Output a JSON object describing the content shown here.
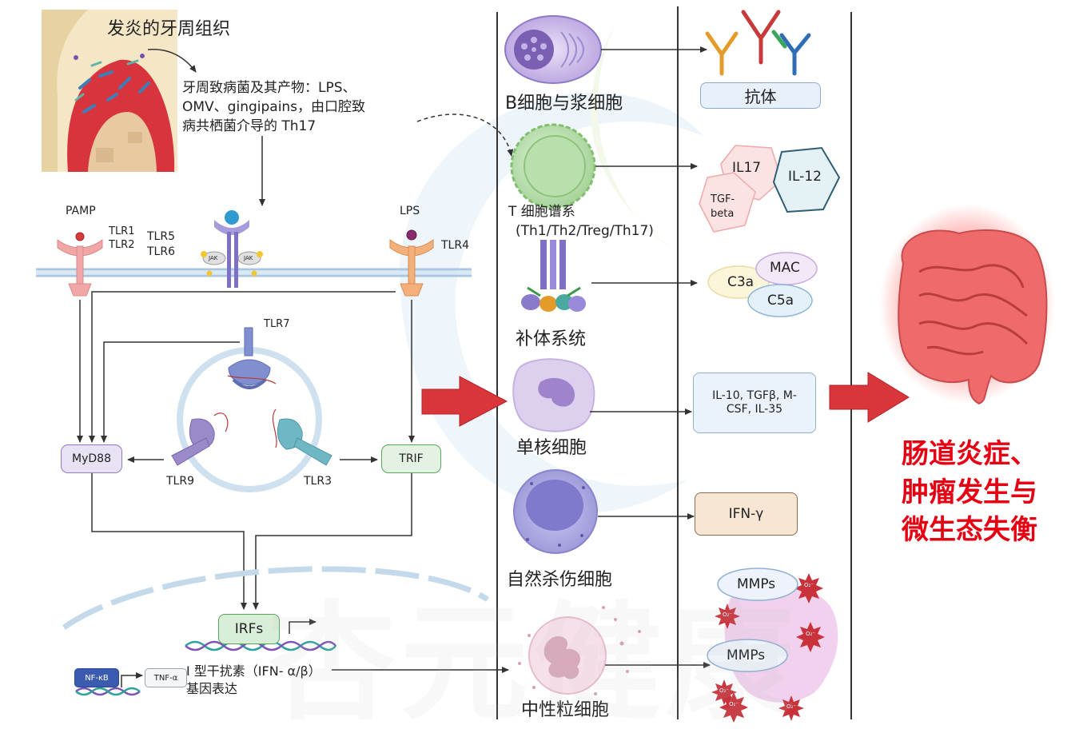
{
  "tissue": {
    "title": "发炎的牙周组织",
    "pathogens_line1": "牙周致病菌及其产物：LPS、",
    "pathogens_line2": "OMV、gingipains，由口腔致",
    "pathogens_line3": "病共栖菌介导的 Th17"
  },
  "receptors": {
    "pamp": "PAMP",
    "tlr1": "TLR1",
    "tlr2": "TLR2",
    "tlr5": "TLR5",
    "tlr6": "TLR6",
    "jak": "JAK",
    "lps": "LPS",
    "tlr4": "TLR4",
    "tlr7": "TLR7",
    "tlr9": "TLR9",
    "tlr3": "TLR3"
  },
  "signaling": {
    "myd88": "MyD88",
    "trif": "TRIF",
    "irfs": "IRFs",
    "nfkb": "NF-κB",
    "tnfa": "TNF-α",
    "ifn_line1": "I 型干扰素（IFN- α/β）",
    "ifn_line2": "基因表达"
  },
  "cells": {
    "bcell": "B细胞与浆细胞",
    "tcell_line1": "T 细胞谱系",
    "tcell_line2": "(Th1/Th2/Treg/Th17)",
    "complement": "补体系统",
    "monocyte": "单核细胞",
    "nk": "自然杀伤细胞",
    "neutrophil": "中性粒细胞"
  },
  "products": {
    "antibody": "抗体",
    "il17": "IL17",
    "il12": "IL-12",
    "tgf_line1": "TGF-",
    "tgf_line2": "beta",
    "mac": "MAC",
    "c3a": "C3a",
    "c5a": "C5a",
    "mono_line1": "IL-10, TGFβ, M-",
    "mono_line2": "CSF, IL-35",
    "ifng": "IFN-γ",
    "mmps1": "MMPs",
    "mmps2": "MMPs",
    "o2a": "O₂⁻",
    "o2b": "O₂⁻",
    "o2c": "O₂⁻",
    "o2d": "O₂⁻",
    "o2e": "O₂⁻",
    "o2f": "O₂⁻"
  },
  "outcome": {
    "line1": "肠道炎症、",
    "line2": "肿瘤发生与",
    "line3": "微生态失衡"
  },
  "watermark": "杏元健康",
  "colors": {
    "outcome_red": "#e60012",
    "arrow_red": "#d9363c",
    "myd88_fill": "#e9e2f5",
    "trif_fill": "#e4f2e4",
    "irfs_fill": "#d8eed9",
    "antibody_fill": "#e7f0fb",
    "ifng_fill": "#f7e6d3"
  }
}
